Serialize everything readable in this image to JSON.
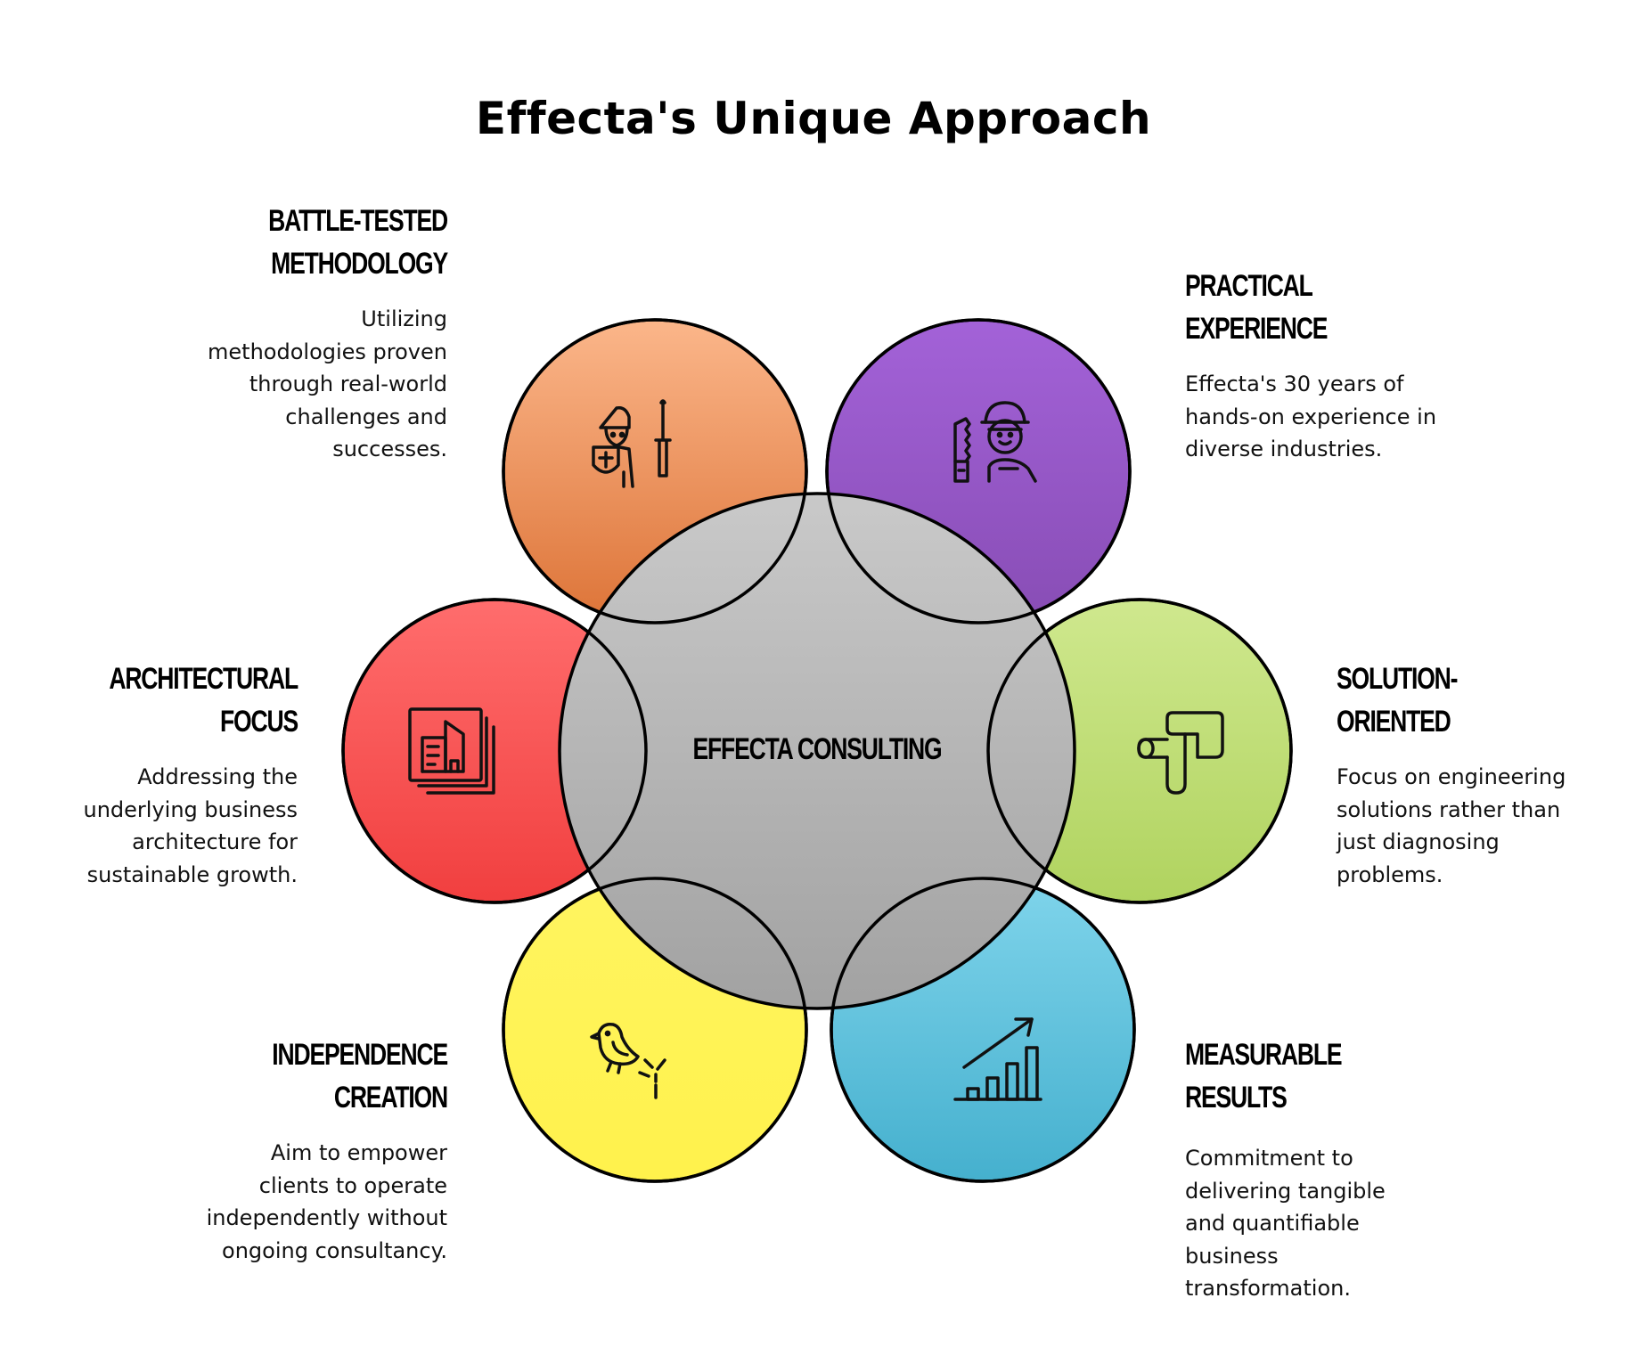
{
  "title": "Effecta's Unique Approach",
  "center": {
    "label": "EFFECTA CONSULTING",
    "color_top": "#c8c8c8",
    "color_bottom": "#a3a3a3"
  },
  "items": [
    {
      "id": "battle-tested",
      "heading_line1": "BATTLE-TESTED",
      "heading_line2": "METHODOLOGY",
      "desc_lines": [
        "Utilizing",
        "methodologies proven",
        "through real-world",
        "challenges and",
        "successes."
      ],
      "icon": "knight-with-shield-and-sword-icon",
      "color_top": "#fbb68a",
      "color_bottom": "#dd7438"
    },
    {
      "id": "practical-experience",
      "heading_line1": "PRACTICAL",
      "heading_line2": "EXPERIENCE",
      "desc_lines": [
        "Effecta's 30 years of",
        "hands-on experience in",
        "diverse industries."
      ],
      "icon": "worker-with-saw-icon",
      "color_top": "#a060d6",
      "color_bottom": "#8a4fb8"
    },
    {
      "id": "architectural-focus",
      "heading_line1": "ARCHITECTURAL FOCUS",
      "heading_line2": "",
      "desc_lines": [
        "Addressing the",
        "underlying business",
        "architecture for",
        "sustainable growth."
      ],
      "icon": "building-blueprint-icon",
      "color_top": "#ff6b6b",
      "color_bottom": "#f24444"
    },
    {
      "id": "solution-oriented",
      "heading_line1": "SOLUTION-ORIENTED",
      "heading_line2": "",
      "desc_lines": [
        "Focus on engineering",
        "solutions rather than",
        "just diagnosing",
        "problems."
      ],
      "icon": "pipe-connector-icon",
      "color_top": "#cde68b",
      "color_bottom": "#b2d462"
    },
    {
      "id": "independence-creation",
      "heading_line1": "INDEPENDENCE",
      "heading_line2": "CREATION",
      "desc_lines": [
        "Aim to empower",
        "clients to operate",
        "independently without",
        "ongoing consultancy."
      ],
      "icon": "bird-hatching-icon",
      "color_top": "#fff25e",
      "color_bottom": "#fff04a"
    },
    {
      "id": "measurable-results",
      "heading_line1": "MEASURABLE RESULTS",
      "heading_line2": "",
      "desc_lines": [
        "Commitment to",
        "delivering tangible",
        "and quantifiable",
        "business",
        "transformation."
      ],
      "icon": "growth-bar-chart-icon",
      "color_top": "#7dd3ea",
      "color_bottom": "#47b1cf"
    }
  ]
}
